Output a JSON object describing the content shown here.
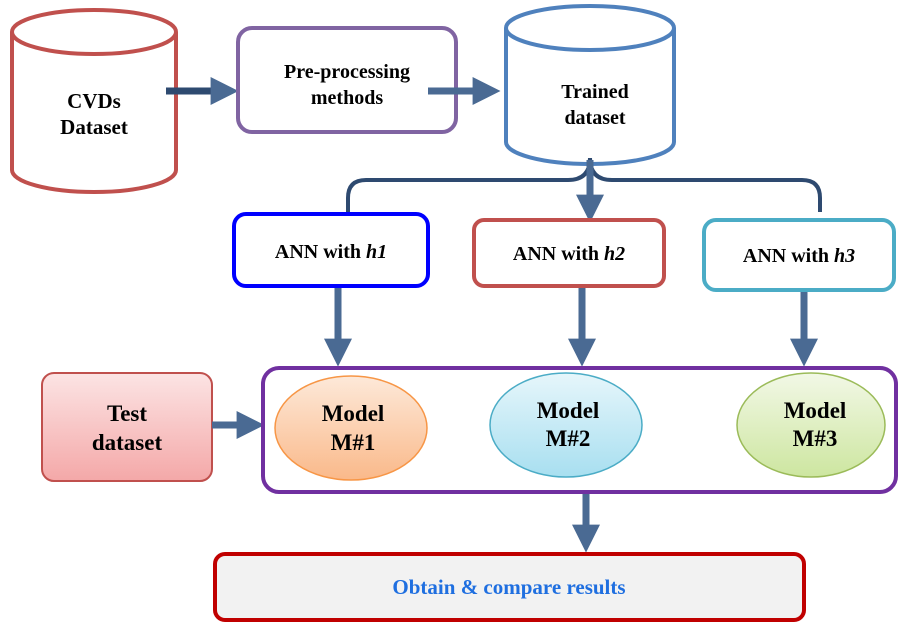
{
  "nodes": {
    "cvds": {
      "line1": "CVDs",
      "line2": "Dataset",
      "color": "#C0504D"
    },
    "preprocess": {
      "line1": "Pre-processing",
      "line2": "methods",
      "color": "#8064A2"
    },
    "trained": {
      "line1": "Trained",
      "line2": "dataset",
      "color": "#4F81BD"
    },
    "ann1": {
      "prefix": "ANN with ",
      "var": "h1",
      "color": "#0000FF"
    },
    "ann2": {
      "prefix": "ANN with ",
      "var": "h2",
      "color": "#C0504D"
    },
    "ann3": {
      "prefix": "ANN with ",
      "var": "h3",
      "color": "#4BACC6"
    },
    "test": {
      "line1": "Test",
      "line2": "dataset",
      "color": "#C0504D",
      "fill_top": "#FCE4E4",
      "fill_bottom": "#F4A8A8"
    },
    "model_group": {
      "color": "#7030A0"
    },
    "m1": {
      "line1": "Model",
      "line2": "M#1",
      "color": "#F79646",
      "fill_top": "#FDE9D9",
      "fill_bottom": "#FAB98A"
    },
    "m2": {
      "line1": "Model",
      "line2": "M#2",
      "color": "#4BACC6",
      "fill_top": "#E6F6FB",
      "fill_bottom": "#A8DFF0"
    },
    "m3": {
      "line1": "Model",
      "line2": "M#3",
      "color": "#9BBB59",
      "fill_top": "#F2F8E6",
      "fill_bottom": "#CDE6A0"
    },
    "result": {
      "label": "Obtain & compare results",
      "color": "#C00000",
      "text_color": "#1F6FE0",
      "fill": "#F2F2F2"
    }
  },
  "arrow_color": "#4A6A93"
}
